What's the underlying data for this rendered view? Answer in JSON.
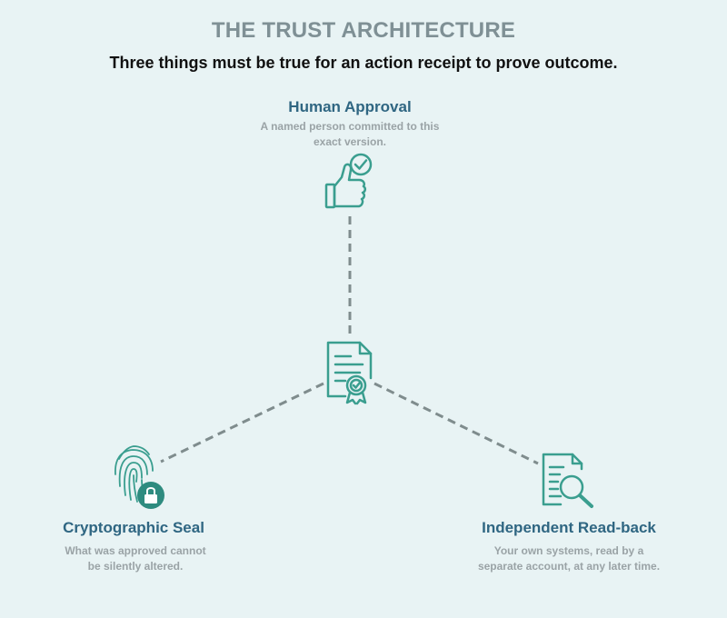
{
  "header": {
    "title": "THE TRUST ARCHITECTURE",
    "subtitle": "Three things must be true for an action receipt to prove outcome."
  },
  "nodes": {
    "approval": {
      "title": "Human Approval",
      "desc_line1": "A named person committed to this",
      "desc_line2": "exact version.",
      "icon": "thumbs-up-check-icon"
    },
    "seal": {
      "title": "Cryptographic Seal",
      "desc_line1": "What was approved cannot",
      "desc_line2": "be silently altered.",
      "icon": "fingerprint-lock-icon"
    },
    "readback": {
      "title": "Independent Read-back",
      "desc_line1": "Your own systems, read by a",
      "desc_line2": "separate account, at any later time.",
      "icon": "document-magnifier-icon"
    },
    "center": {
      "icon": "certificate-document-icon"
    }
  },
  "colors": {
    "background": "#e8f3f4",
    "accent": "#3a9e8f",
    "connector": "#7f8c8d",
    "node_title": "#2f6682"
  }
}
